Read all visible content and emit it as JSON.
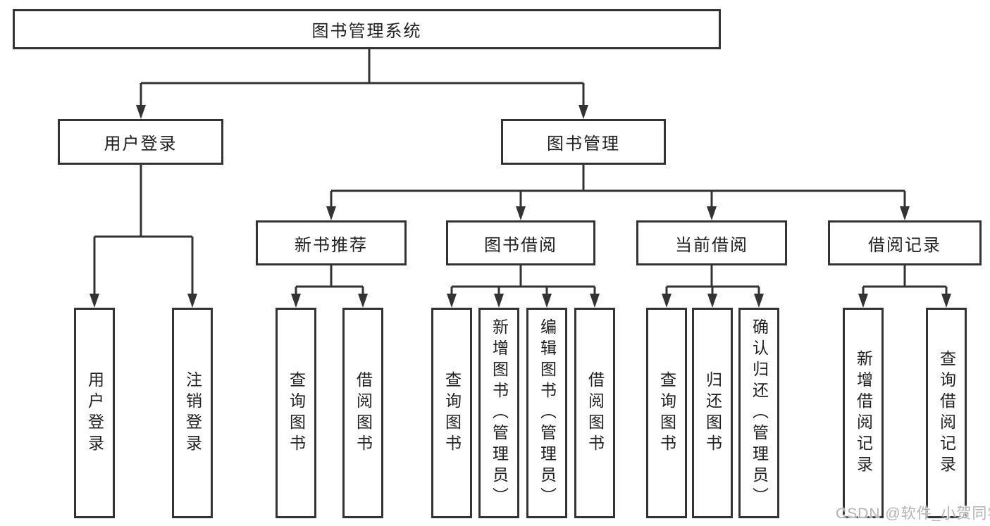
{
  "diagram": {
    "root": "图书管理系统",
    "branches": {
      "user_login": {
        "label": "用户登录",
        "leaves": [
          "用户登录",
          "注销登录"
        ]
      },
      "book_mgmt": {
        "label": "图书管理",
        "groups": [
          {
            "label": "新书推荐",
            "leaves": [
              "查询图书",
              "借阅图书"
            ]
          },
          {
            "label": "图书借阅",
            "leaves": [
              "查询图书",
              "新增图书（管理员）",
              "编辑图书（管理员）",
              "借阅图书"
            ]
          },
          {
            "label": "当前借阅",
            "leaves": [
              "查询图书",
              "归还图书",
              "确认归还（管理员）"
            ]
          },
          {
            "label": "借阅记录",
            "leaves": [
              "新增借阅记录",
              "查询借阅记录"
            ]
          }
        ]
      }
    }
  },
  "watermark": "CSDN @软件_小贺同学",
  "colors": {
    "line": "#333333",
    "text": "#1f1f1f",
    "watermark": "#b3b3b3",
    "background": "#ffffff"
  }
}
